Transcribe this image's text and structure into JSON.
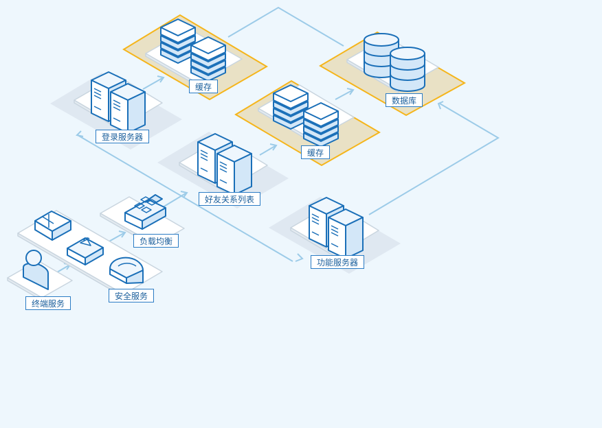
{
  "nodes": {
    "cache_top": "缓存",
    "database": "数据库",
    "login_server": "登录服务器",
    "cache_mid": "缓存",
    "friend_list": "好友关系列表",
    "load_balance": "负载均衡",
    "function_server": "功能服务器",
    "security_service": "安全服务",
    "terminal_service": "终端服务"
  },
  "edges": [
    {
      "from": "login_server",
      "to": "cache_top"
    },
    {
      "from": "cache_top",
      "to": "database"
    },
    {
      "from": "cache_mid",
      "to": "database"
    },
    {
      "from": "friend_list",
      "to": "cache_mid"
    },
    {
      "from": "load_balance",
      "to": "friend_list"
    },
    {
      "from": "security_service",
      "to": "load_balance"
    },
    {
      "from": "terminal_service",
      "to": "security_service"
    },
    {
      "from": "login_server",
      "to": "function_server"
    },
    {
      "from": "function_server",
      "to": "database"
    }
  ],
  "colors": {
    "background": "#eef7fd",
    "device_stroke": "#1a6fb8",
    "device_fill": "#d6e9f8",
    "highlight_zone": "#f5b51b",
    "connector": "#9ccbe8"
  },
  "icons": {
    "cache_top": "server-stack-icon",
    "database": "database-icon",
    "login_server": "server-tower-icon",
    "cache_mid": "server-stack-icon",
    "friend_list": "server-tower-icon",
    "load_balance": "network-switch-icon",
    "function_server": "server-tower-icon",
    "security_service": "firewall-lock-icon",
    "terminal_service": "user-icon"
  }
}
